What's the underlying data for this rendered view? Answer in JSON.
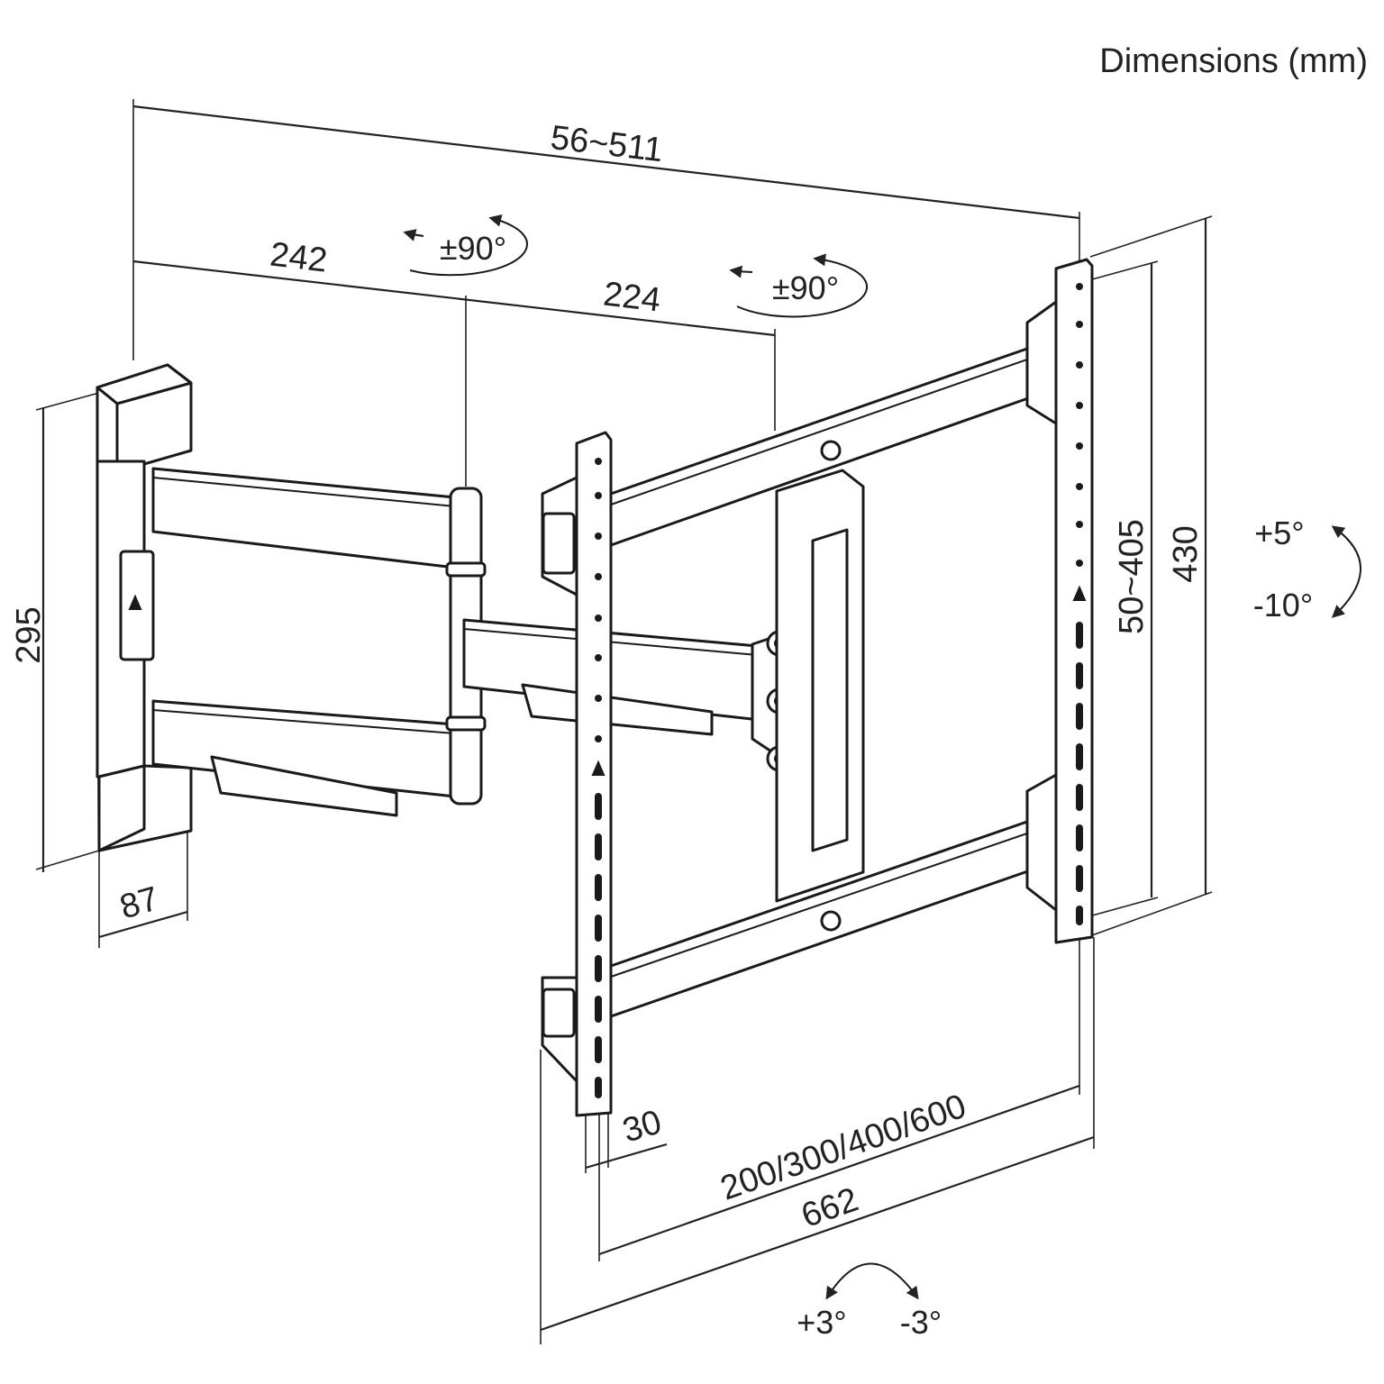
{
  "title": "Dimensions (mm)",
  "dimensions": {
    "overall_depth": "56~511",
    "arm_first": "242",
    "arm_second": "224",
    "wall_plate_height": "295",
    "wall_plate_depth": "87",
    "vesa_vertical": "50~405",
    "plate_height": "430",
    "bracket_width": "30",
    "vesa_horizontal": "200/300/400/600",
    "plate_width": "662"
  },
  "rotations": {
    "swivel_1": "±90°",
    "swivel_2": "±90°",
    "tilt_up": "+5°",
    "tilt_down": "-10°",
    "level_plus": "+3°",
    "level_minus": "-3°"
  }
}
